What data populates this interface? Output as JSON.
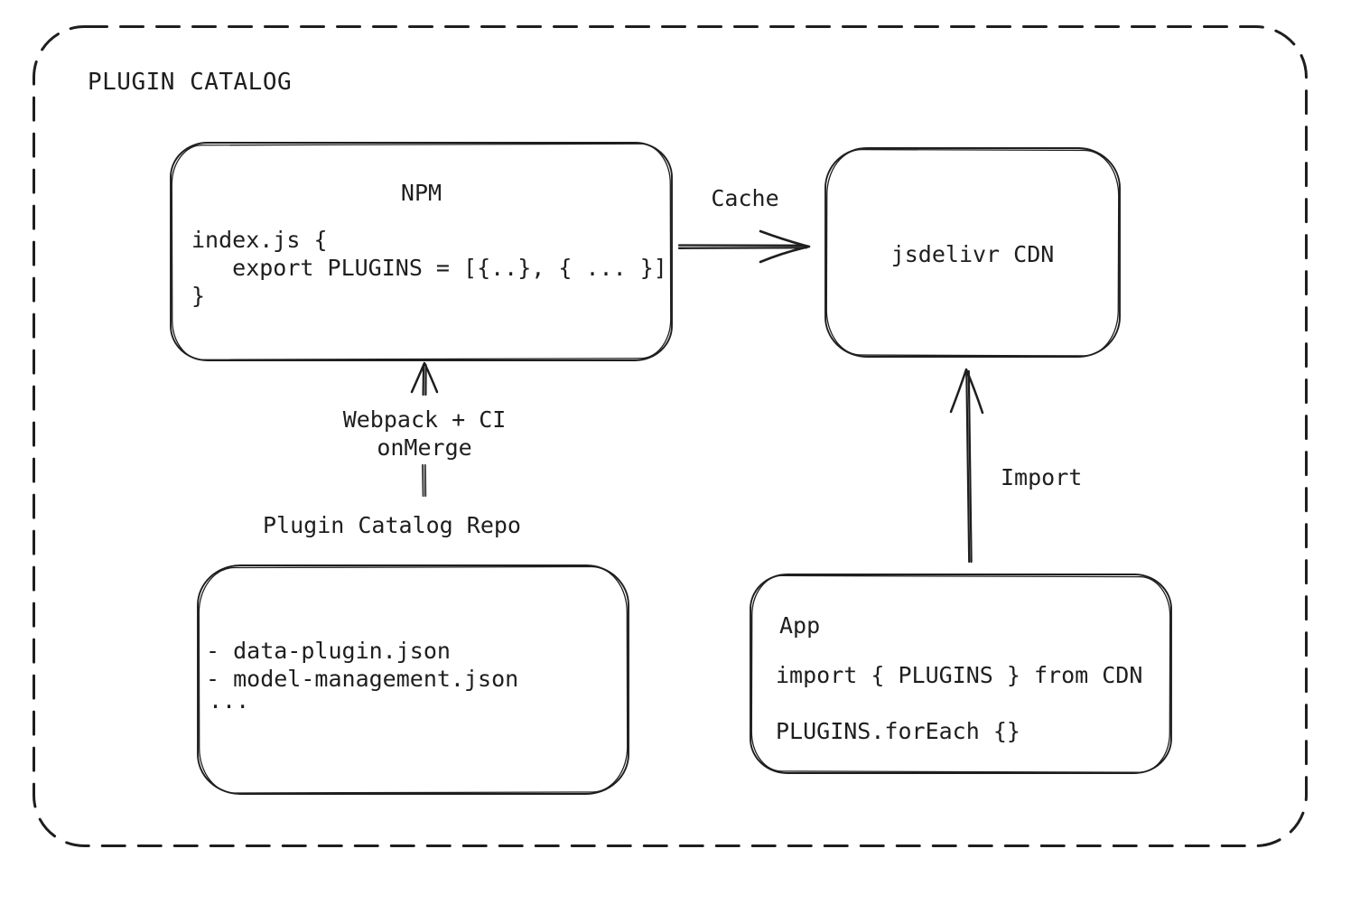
{
  "diagram": {
    "title": "PLUGIN CATALOG",
    "colors": {
      "stroke": "#1e1e1e",
      "background": "#ffffff"
    },
    "nodes": {
      "npm": {
        "title": "NPM",
        "code": [
          "index.js {",
          "   export PLUGINS = [{..}, { ... }]",
          "}"
        ]
      },
      "cdn": {
        "label": "jsdelivr CDN"
      },
      "repo": {
        "heading": "Plugin Catalog Repo",
        "files": [
          "- data-plugin.json",
          "- model-management.json",
          "..."
        ]
      },
      "app": {
        "title": "App",
        "code": [
          "import { PLUGINS } from CDN",
          "PLUGINS.forEach {}"
        ]
      }
    },
    "edges": {
      "cache_label": "Cache",
      "build_label_line1": "Webpack + CI",
      "build_label_line2": "onMerge",
      "import_label": "Import"
    }
  }
}
